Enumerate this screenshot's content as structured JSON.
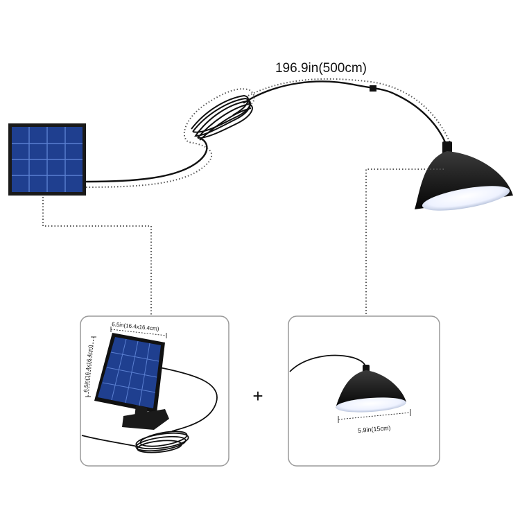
{
  "cable_length_label": "196.9in(500cm)",
  "panel_width_label": "6.5in(16.4x16.4cm)",
  "panel_height_label": "6.5in(16.4x16.4cm)",
  "lamp_width_label": "5.9in(15cm)",
  "plus_sign": "+",
  "colors": {
    "panel_blue": "#1f3f8f",
    "panel_grid": "#5a7fd0",
    "frame": "#1a1a1a",
    "cable": "#111111",
    "dotted": "#555555",
    "box_border": "#9a9a9a"
  }
}
